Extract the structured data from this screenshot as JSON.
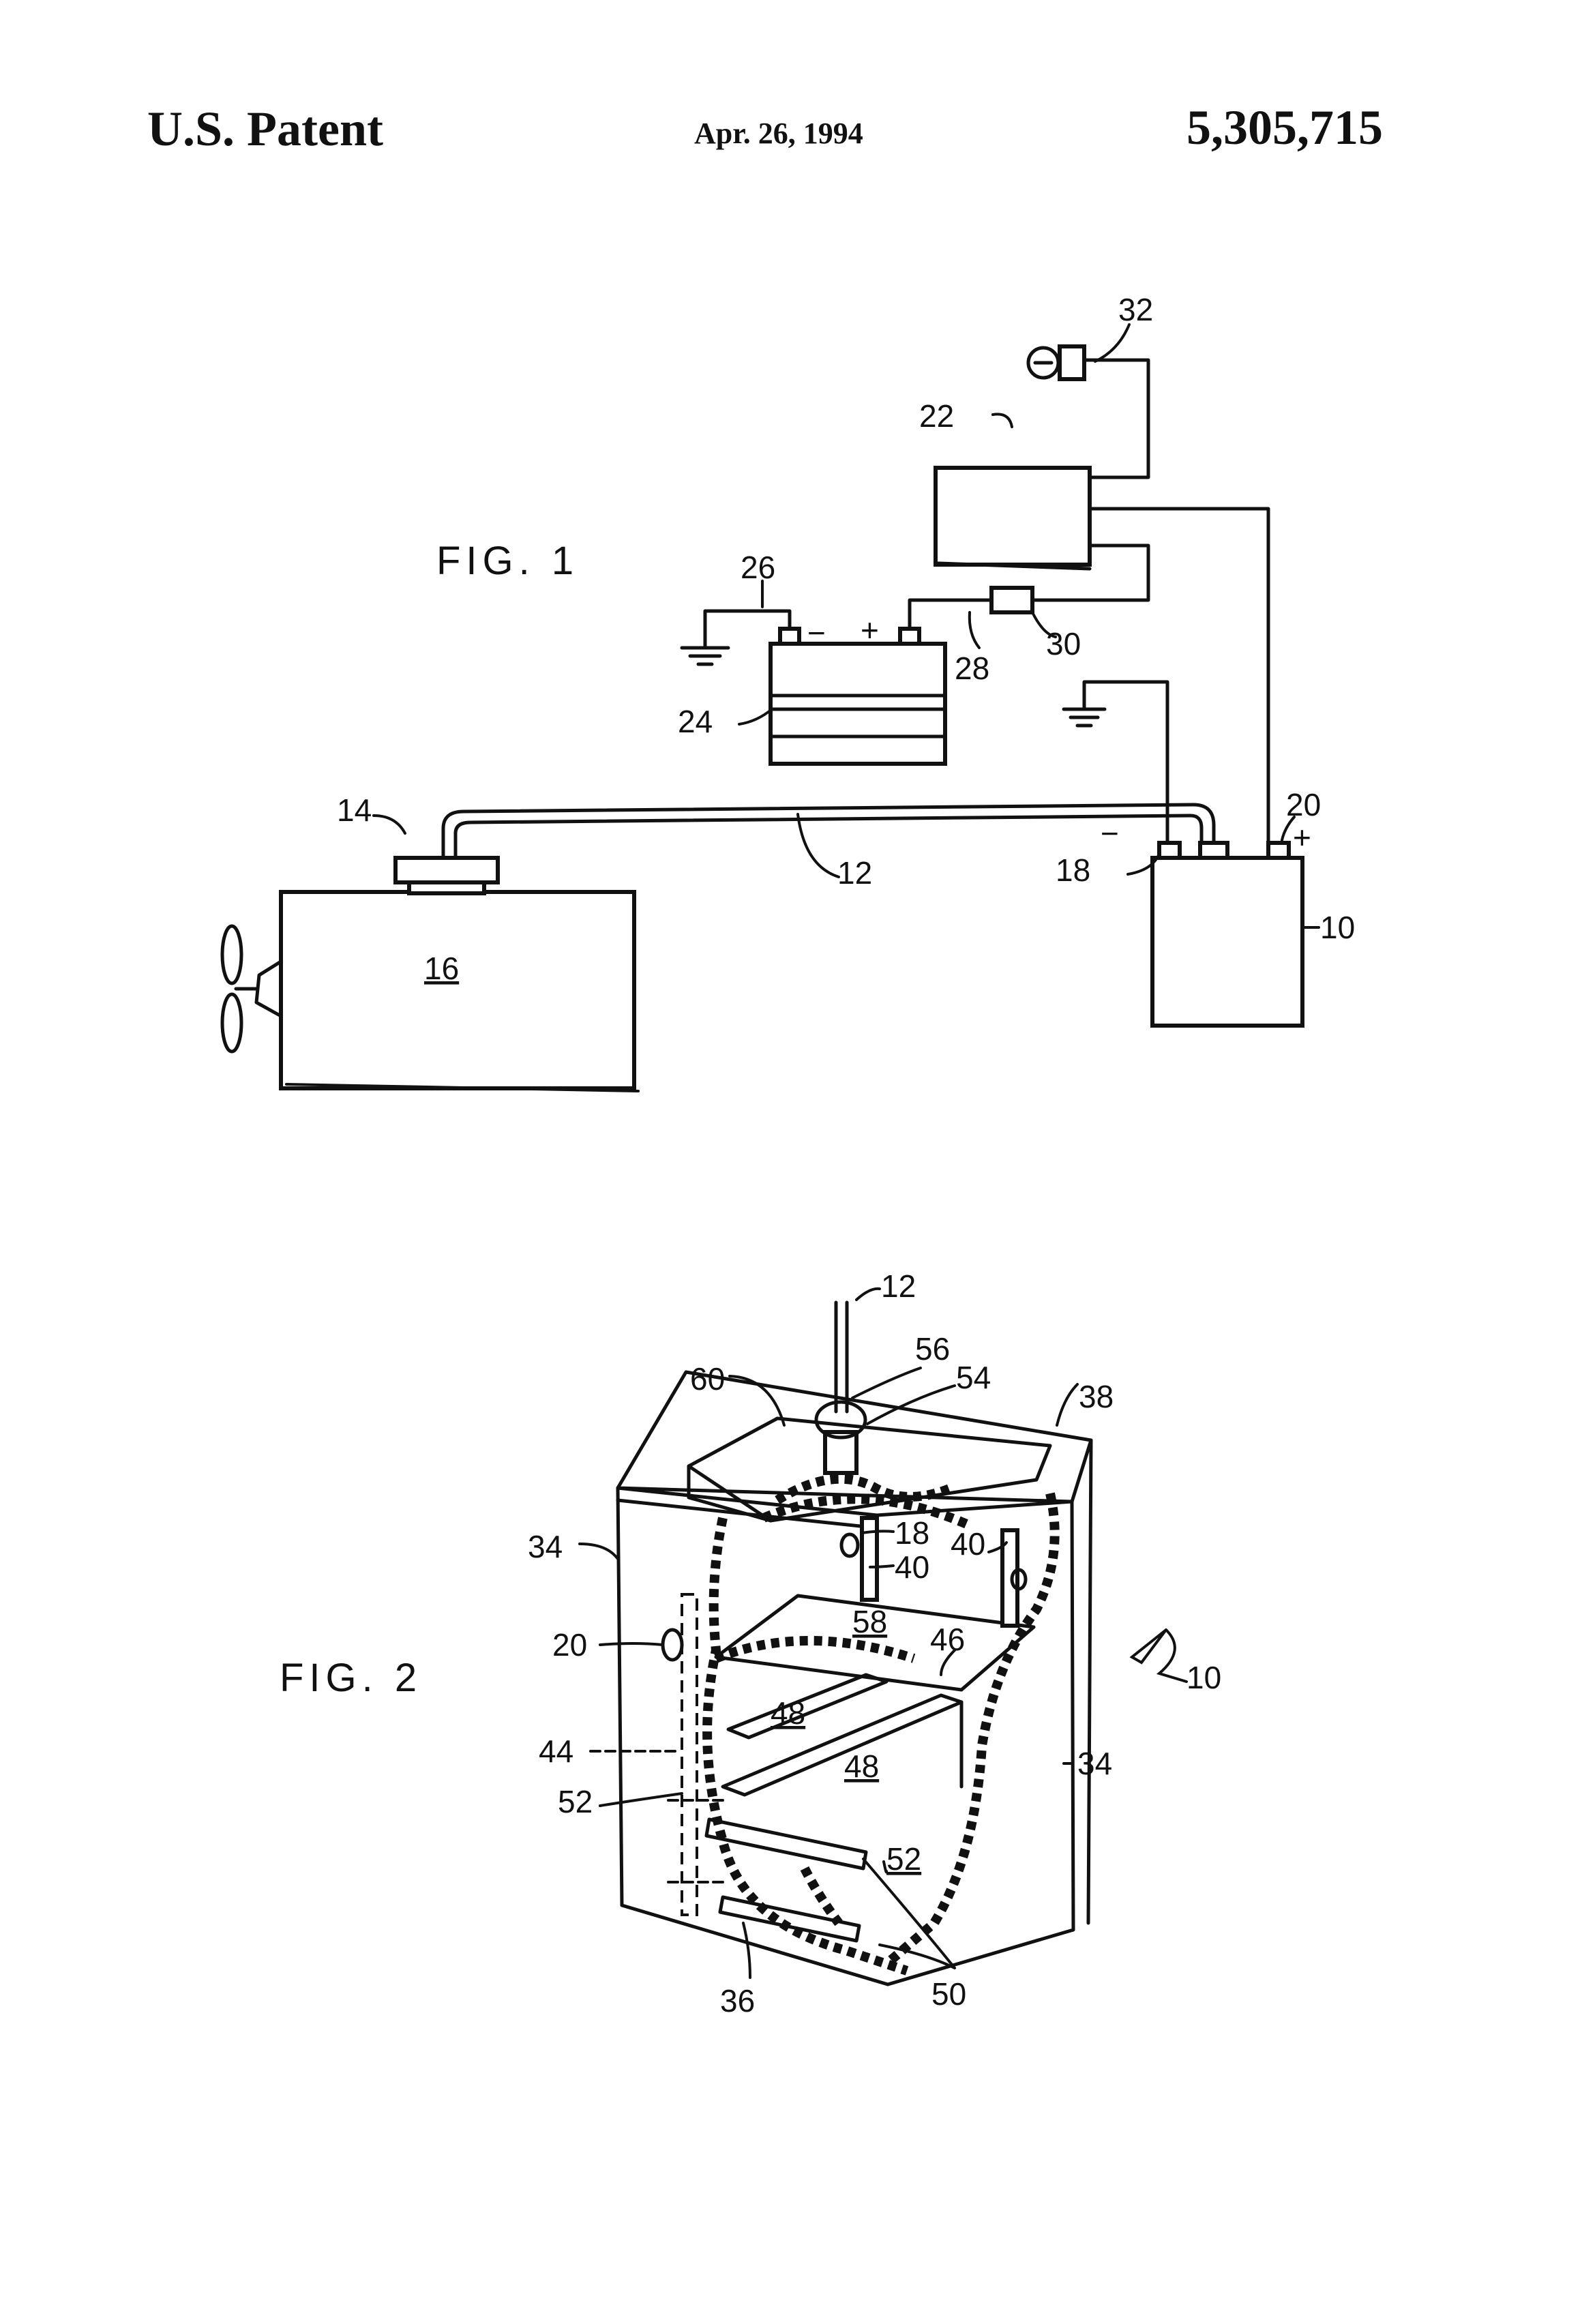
{
  "header": {
    "left": "U.S. Patent",
    "date": "Apr. 26, 1994",
    "number": "5,305,715"
  },
  "fig1": {
    "title": "FIG.  1",
    "labels": {
      "r10": "10",
      "r12": "12",
      "r14": "14",
      "r16": "16",
      "r18": "18",
      "r20": "20",
      "r22": "22",
      "r24": "24",
      "r26": "26",
      "r28": "28",
      "r30": "30",
      "r32": "32",
      "minus_main": "−",
      "plus_main": "+",
      "minus_aux": "−",
      "plus_aux": "+"
    }
  },
  "fig2": {
    "title": "FIG.  2",
    "labels": {
      "r10": "10",
      "r12": "12",
      "r18": "18",
      "r20": "20",
      "r34a": "34",
      "r34b": "34",
      "r36": "36",
      "r38": "38",
      "r40a": "40",
      "r40b": "40",
      "r44": "44",
      "r46": "46",
      "r48a": "48",
      "r48b": "48",
      "r50": "50",
      "r52a": "52",
      "r52b": "52",
      "r54": "54",
      "r56": "56",
      "r58": "58",
      "r60": "60"
    }
  }
}
